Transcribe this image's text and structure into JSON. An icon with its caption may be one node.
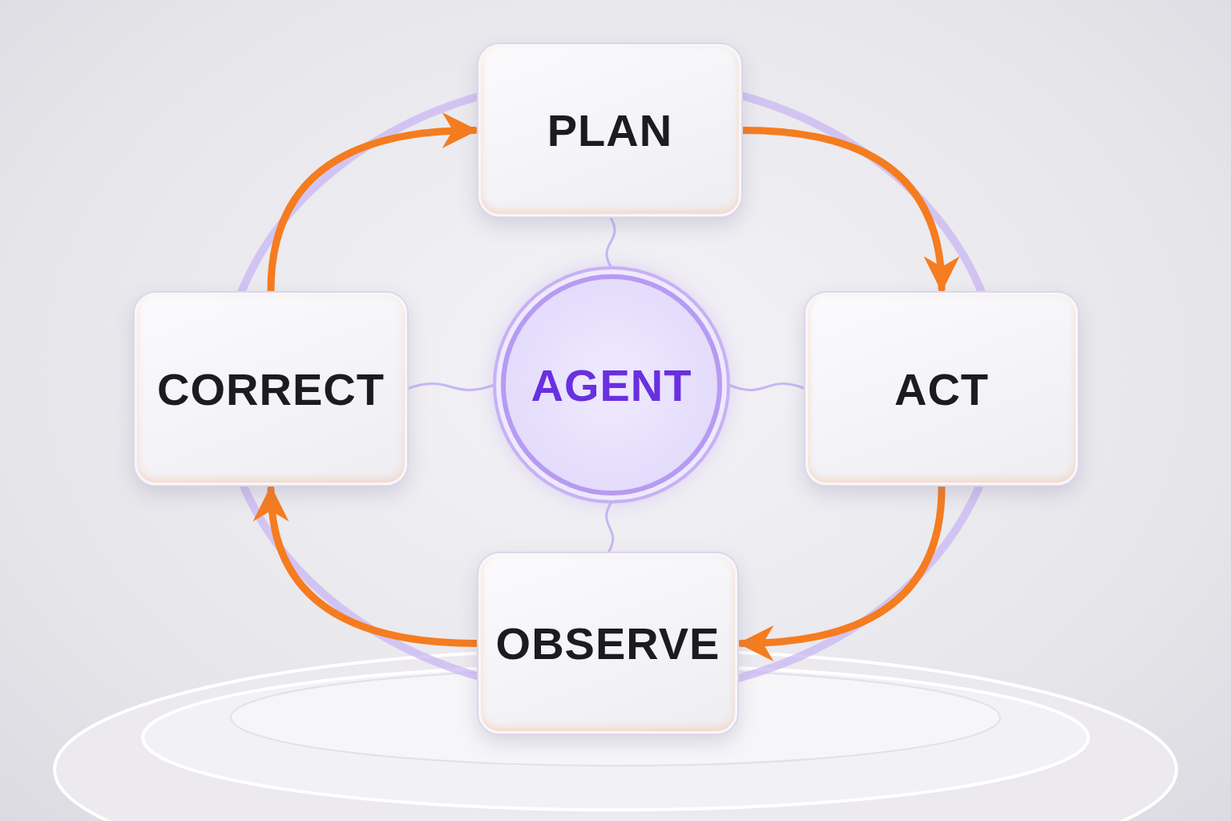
{
  "diagram": {
    "nodes": [
      {
        "text": [
          "PLAN"
        ]
      },
      {
        "text": [
          "ACT"
        ]
      },
      {
        "text": [
          "OBSERVE"
        ]
      },
      {
        "text": [
          "CORRECT"
        ]
      },
      {
        "text": [
          "AGENT"
        ]
      }
    ],
    "edges": [
      {
        "from": 0,
        "to": 1,
        "arrow": "to",
        "style": "thick"
      },
      {
        "from": 1,
        "to": 2,
        "arrow": "to",
        "style": "thick"
      },
      {
        "from": 2,
        "to": 3,
        "arrow": "to",
        "style": "thick"
      },
      {
        "from": 3,
        "to": 0,
        "arrow": "to",
        "style": "thick"
      },
      {
        "from": 4,
        "to": 0,
        "arrow": "none",
        "color": "#c9b6f2"
      },
      {
        "from": 4,
        "to": 1,
        "arrow": "none",
        "color": "#c9b6f2"
      },
      {
        "from": 4,
        "to": 2,
        "arrow": "none",
        "color": "#c9b6f2"
      },
      {
        "from": 4,
        "to": 3,
        "arrow": "none",
        "color": "#c9b6f2"
      }
    ]
  }
}
